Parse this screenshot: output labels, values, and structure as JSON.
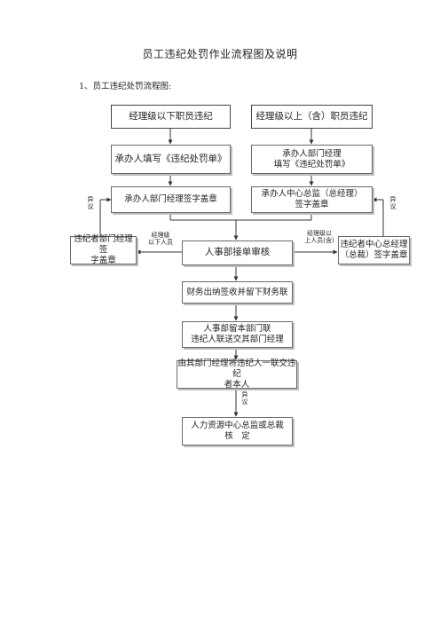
{
  "page": {
    "title": "员工违纪处罚作业流程图及说明",
    "subtitle": "1、员工违纪处罚流程图:"
  },
  "flowchart": {
    "left_start": "经理级以下职员违纪",
    "right_start": "经理级以上（含）职员违纪",
    "left_fill": "承办人填写《违纪处罚单》",
    "right_fill": "承办人部门经理\n填写《违纪处罚单》",
    "left_sign": "承办人部门经理签字盖章",
    "right_sign": "承办人中心总监（总经理）\n签字盖章",
    "left_dept_sign": "违纪者部门经理签\n字盖章",
    "right_center_sign": "违纪者中心总经理\n（总裁）签字盖章",
    "hr_review": "人事部接单审核",
    "finance": "财务出纳签收并留下财务联",
    "hr_keep": "人事部留本部门联\n违纪人联送交其部门经理",
    "dept_deliver": "由其部门经理将违纪人一联交违纪\n者本人",
    "hr_final": "人力资源中心总监或总裁\n核　定",
    "label_objection_left": "异\n议",
    "label_objection_right": "异\n议",
    "label_objection_bottom": "异\n议",
    "label_below_manager": "经理级\n以下人员",
    "label_above_manager": "经理级以\n上人员(含)"
  }
}
